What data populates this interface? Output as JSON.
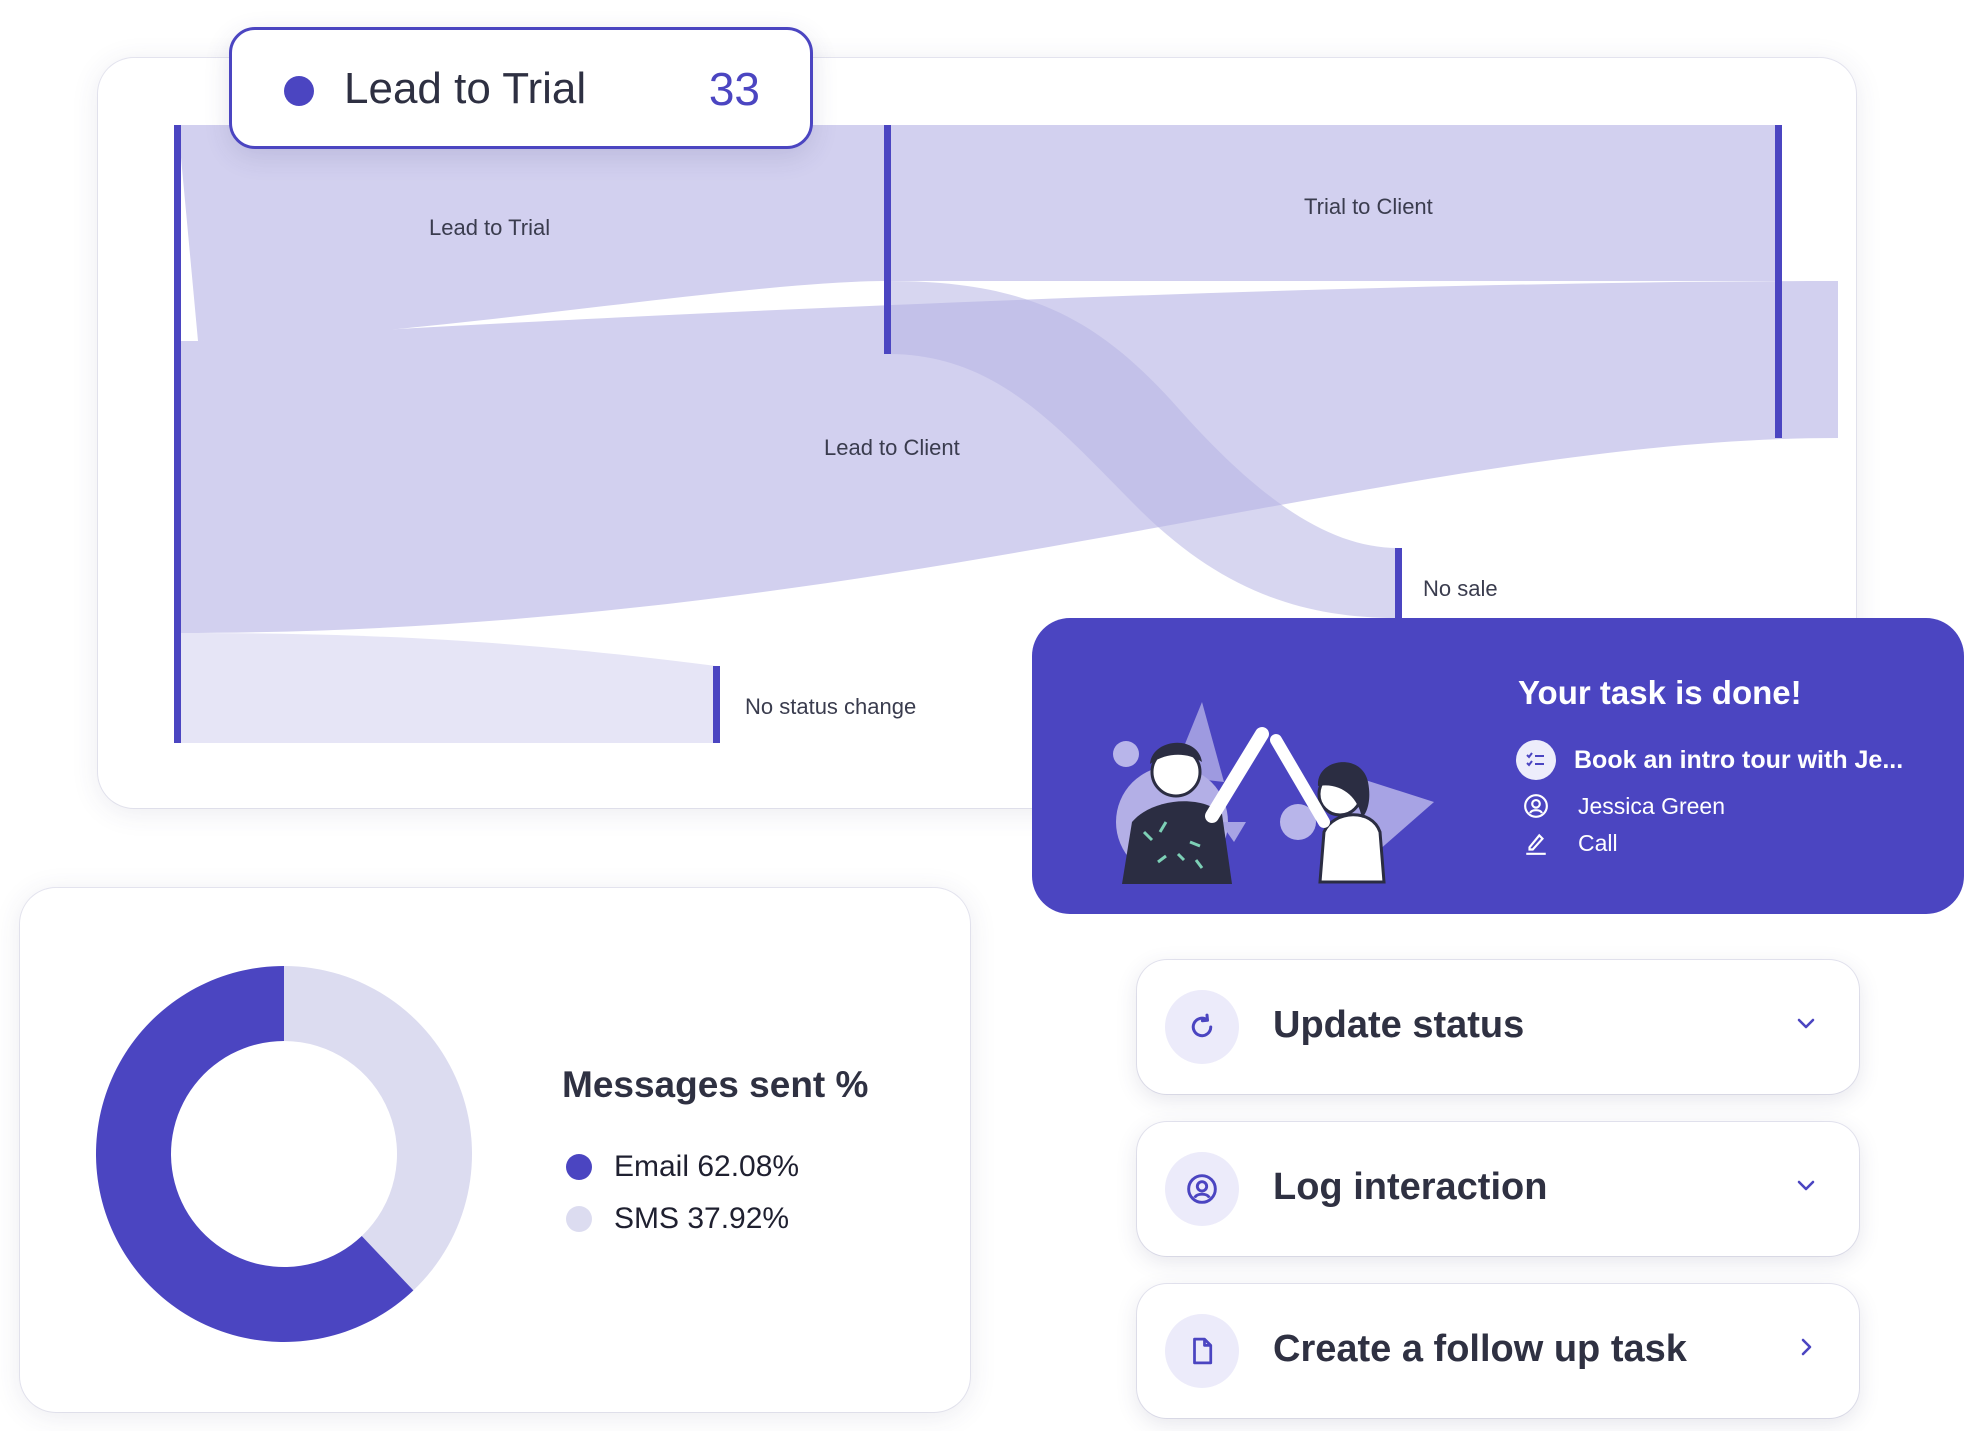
{
  "sankey": {
    "nodes": {
      "lead_to_trial": "Lead to Trial",
      "trial_to_client": "Trial to Client",
      "lead_to_client": "Lead to Client",
      "no_sale": "No sale",
      "no_status_change": "No status change"
    }
  },
  "tooltip": {
    "label": "Lead to Trial",
    "value": "33"
  },
  "task": {
    "title": "Your task is done!",
    "name": "Book an intro tour with Je...",
    "contact": "Jessica Green",
    "type": "Call"
  },
  "messages_chart": {
    "title": "Messages sent %",
    "legend": [
      {
        "label": "Email 62.08%",
        "color": "#4b45c1"
      },
      {
        "label": "SMS 37.92%",
        "color": "#dcdcf0"
      }
    ]
  },
  "chart_data": {
    "type": "pie",
    "title": "Messages sent %",
    "categories": [
      "Email",
      "SMS"
    ],
    "values": [
      62.08,
      37.92
    ],
    "colors": [
      "#4b45c1",
      "#dcdcf0"
    ],
    "legend": "right"
  },
  "actions": {
    "update_status": "Update status",
    "log_interaction": "Log interaction",
    "create_followup": "Create a follow up task"
  },
  "colors": {
    "accent": "#4b45c1",
    "flow": "#d2d0ef",
    "flow_light": "#e6e5f6"
  }
}
